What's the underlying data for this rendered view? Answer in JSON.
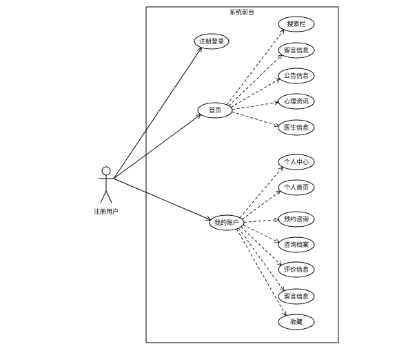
{
  "system": {
    "title": "系统前台"
  },
  "actor": {
    "name": "注册用户"
  },
  "main_use_cases": [
    {
      "id": "register",
      "label": "注册登录"
    },
    {
      "id": "home",
      "label": "首页"
    },
    {
      "id": "account",
      "label": "我的账户"
    }
  ],
  "home_sub_use_cases": [
    {
      "id": "search",
      "label": "搜索栏"
    },
    {
      "id": "message",
      "label": "留言信息"
    },
    {
      "id": "notice",
      "label": "公告信息"
    },
    {
      "id": "psych",
      "label": "心理资讯"
    },
    {
      "id": "doctor",
      "label": "医生信息"
    }
  ],
  "account_sub_use_cases": [
    {
      "id": "center",
      "label": "个人中心"
    },
    {
      "id": "profile",
      "label": "个人首页"
    },
    {
      "id": "booking",
      "label": "预约咨询"
    },
    {
      "id": "records",
      "label": "咨询档案"
    },
    {
      "id": "review",
      "label": "评价信息"
    },
    {
      "id": "message2",
      "label": "留言信息"
    },
    {
      "id": "favorite",
      "label": "收藏"
    }
  ]
}
